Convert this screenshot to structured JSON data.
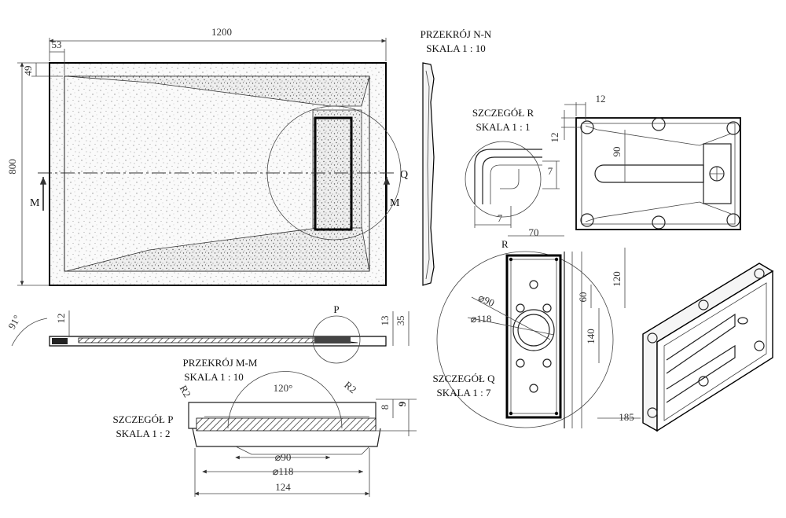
{
  "dimensions": {
    "width_1200": "1200",
    "left_53": "53",
    "height_800": "800",
    "top_49": "49",
    "angle_91": "91°",
    "side_12": "12",
    "side_13": "13",
    "side_35": "35",
    "detail_r_12a": "12",
    "detail_r_12b": "12",
    "detail_r_90": "90",
    "detail_s_7a": "7",
    "detail_s_7b": "7",
    "detail_q_70": "70",
    "detail_q_120": "120",
    "detail_q_60": "60",
    "detail_q_140": "140",
    "detail_q_d90": "⌀90",
    "detail_q_d118": "⌀118",
    "iso_185": "185",
    "mm_r2a": "R2",
    "mm_r2b": "R2",
    "mm_angle": "120°",
    "mm_8": "8",
    "mm_9": "9",
    "mm_d90": "⌀90",
    "mm_d118": "⌀118",
    "mm_124": "124"
  },
  "labels": {
    "section_nn_title": "PRZEKRÓJ N-N",
    "section_nn_scale": "SKALA 1 : 10",
    "detail_r_title": "SZCZEGÓŁ R",
    "detail_r_scale": "SKALA 1 : 1",
    "section_mm_title": "PRZEKRÓJ M-M",
    "section_mm_scale": "SKALA 1 : 10",
    "detail_p_title": "SZCZEGÓŁ P",
    "detail_p_scale": "SKALA 1 : 2",
    "detail_q_title": "SZCZEGÓŁ Q",
    "detail_q_scale": "SKALA 1 : 7",
    "marker_m_left": "M",
    "marker_m_right": "M",
    "marker_q": "Q",
    "marker_p": "P",
    "marker_r": "R"
  }
}
